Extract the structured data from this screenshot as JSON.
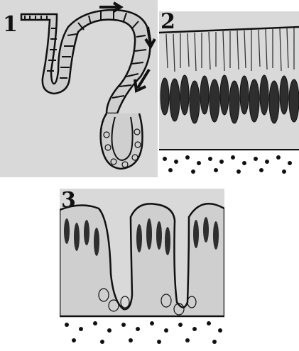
{
  "panels": [
    {
      "number": "1"
    },
    {
      "number": "2"
    },
    {
      "number": "3"
    }
  ],
  "colors": {
    "ink": "#111111",
    "background": "#d9d9d9",
    "cell": "#333333"
  }
}
